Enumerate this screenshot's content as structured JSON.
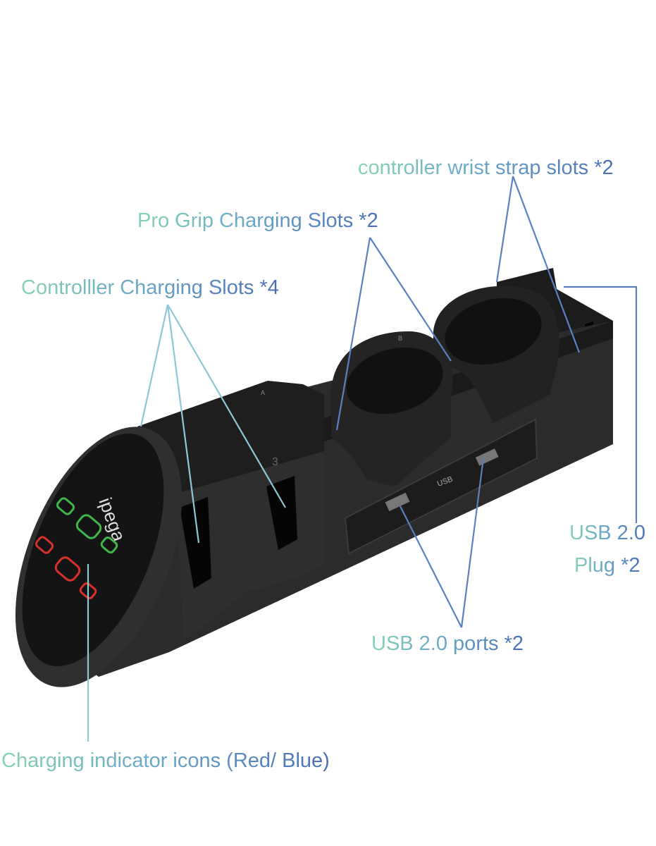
{
  "callouts": {
    "wrist_strap": "controller wrist strap slots *2",
    "pro_grip": "Pro Grip Charging Slots *2",
    "controller_slots": "Controlller Charging Slots *4",
    "usb_plug_line1": "USB 2.0",
    "usb_plug_line2": "Plug *2",
    "usb_ports": "USB 2.0 ports *2",
    "indicator": "Charging indicator icons (Red/ Blue)"
  },
  "device": {
    "brand": "ipega",
    "usb_panel_label": "USB",
    "slot_number": "3",
    "cradle_letters": [
      "A",
      "B"
    ]
  },
  "colors": {
    "device_body": "#262626",
    "line_light": "#8cc8d8",
    "line_blue": "#5b80c2",
    "icon_green": "#3fb54a",
    "icon_red": "#d8302a"
  }
}
